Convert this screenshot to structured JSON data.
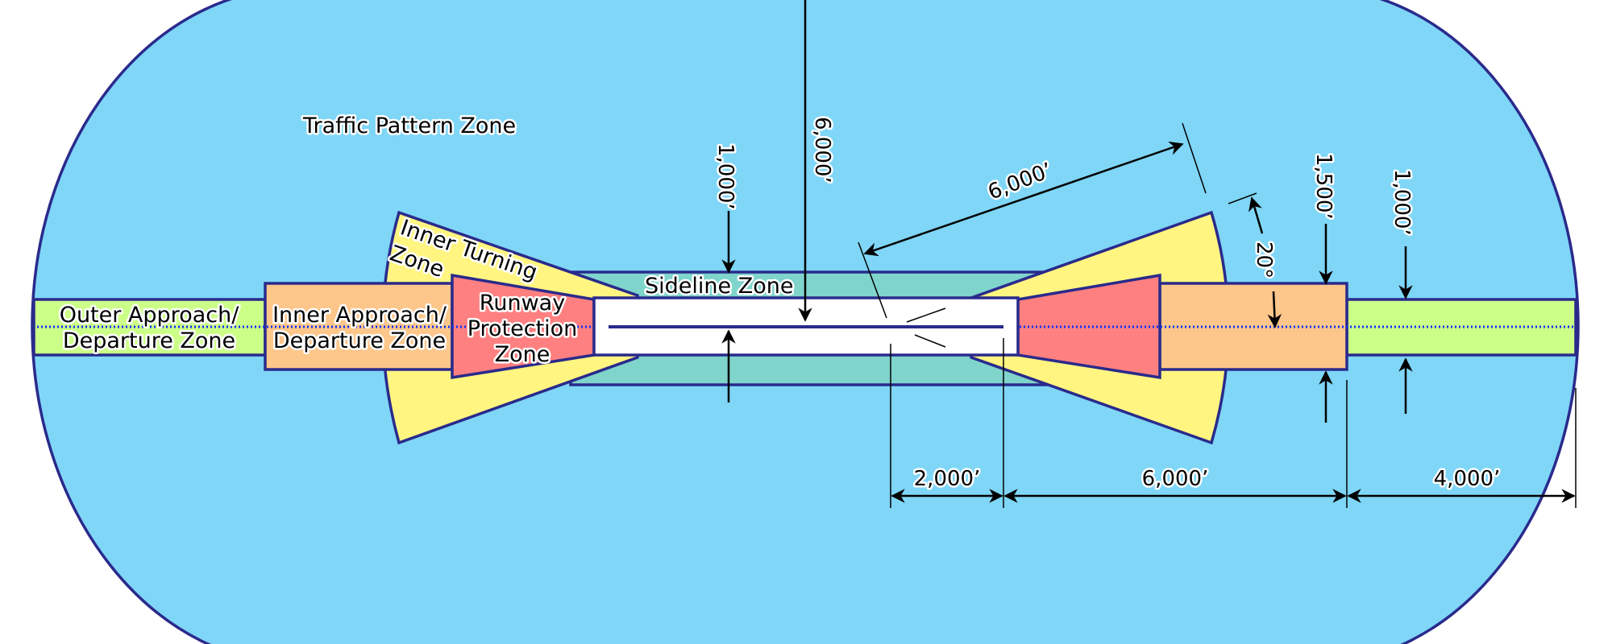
{
  "colors": {
    "traffic_pattern": "#7fd6f7",
    "outline": "#2a2a8c",
    "outer_approach": "#ccff88",
    "inner_approach": "#fdc68a",
    "runway_protection": "#ff8080",
    "inner_turning": "#fff580",
    "sideline": "#7fd4cc",
    "runway": "#ffffff"
  },
  "zones": {
    "traffic_pattern": "Traffic Pattern Zone",
    "outer_approach": [
      "Outer Approach/",
      "Departure Zone"
    ],
    "inner_approach": [
      "Inner Approach/",
      "Departure Zone"
    ],
    "runway_protection": [
      "Runway",
      "Protection",
      "Zone"
    ],
    "inner_turning": [
      "Inner Turning",
      "Zone"
    ],
    "sideline": "Sideline Zone"
  },
  "dimensions": {
    "traffic_pattern_width": "6,000’",
    "sideline_width": "1,000’",
    "turning_radius": "6,000’",
    "turning_angle": "20°",
    "inner_approach_width": "1,500’",
    "outer_approach_width": "1,000’",
    "rpz_offset": "2,000’",
    "inner_approach_length": "6,000’",
    "outer_approach_length": "4,000’"
  }
}
